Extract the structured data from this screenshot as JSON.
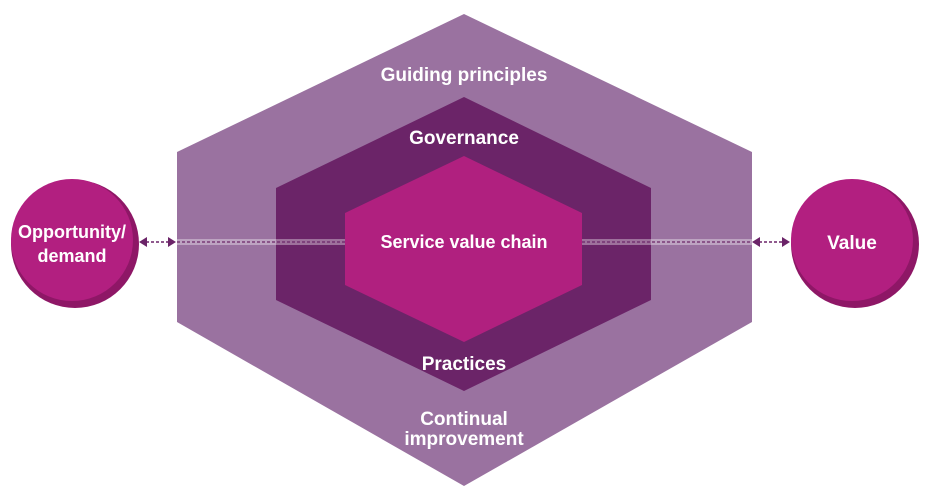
{
  "labels": {
    "guiding_principles": "Guiding principles",
    "governance": "Governance",
    "service_value_chain": "Service value chain",
    "practices": "Practices",
    "continual_improvement_line1": "Continual",
    "continual_improvement_line2": "improvement",
    "opportunity_line1": "Opportunity/",
    "opportunity_line2": "demand",
    "value": "Value"
  },
  "colors": {
    "outer_hexagon": "#9a72a0",
    "middle_hexagon": "#6b2468",
    "inner_hexagon": "#b0207f",
    "circle_fill": "#b21f80",
    "circle_shadow": "#8e1766",
    "connector": "#6b2468",
    "text": "#ffffff"
  }
}
